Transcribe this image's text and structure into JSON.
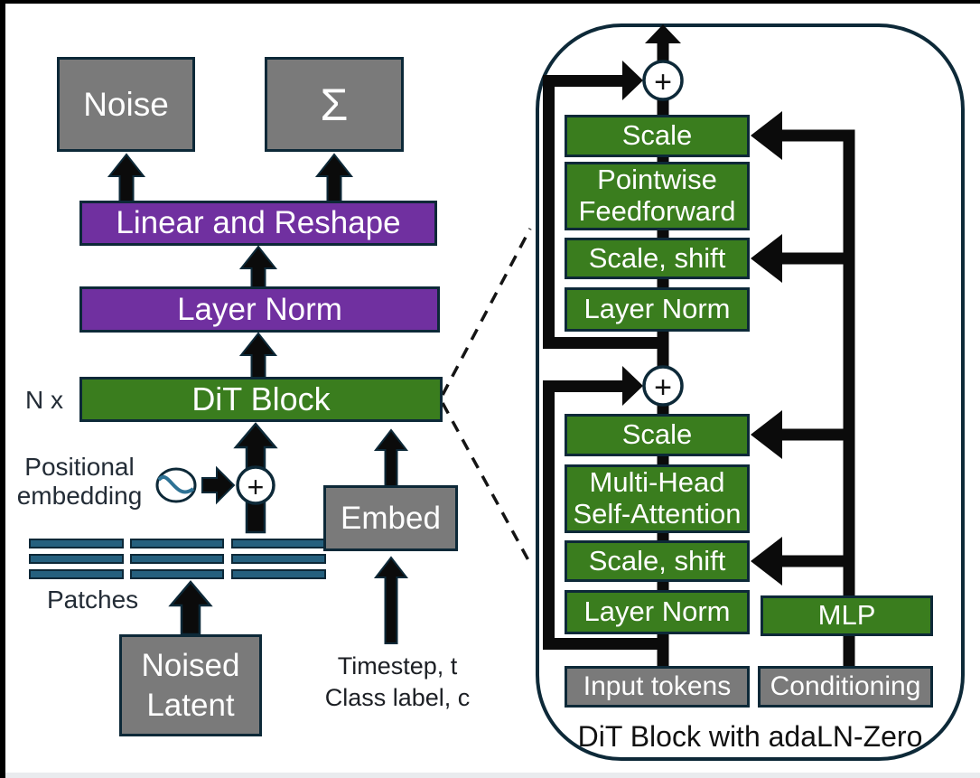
{
  "colors": {
    "block_green": "#3a7d1e",
    "block_purple": "#7030a0",
    "block_gray": "#7a7a7a",
    "outline_navy": "#0d2938",
    "patch_teal": "#25607e",
    "sine_teal": "#2e7295",
    "arrow_black": "#0b0b0b",
    "background": "#ffffff"
  },
  "left_diagram": {
    "noise_label": "Noise",
    "sigma_label": "Σ",
    "linear_reshape_label": "Linear and Reshape",
    "layer_norm_label": "Layer Norm",
    "n_multiplier_label": "N x",
    "dit_block_label": "DiT Block",
    "positional_embedding_label": "Positional embedding",
    "plus_label": "+",
    "patches_label": "Patches",
    "noised_latent_label": "Noised Latent",
    "embed_label": "Embed",
    "timestep_label": "Timestep, t",
    "class_label": "Class label, c"
  },
  "dit_block_panel": {
    "caption": "DiT Block with adaLN-Zero",
    "plus_top_label": "+",
    "plus_mid_label": "+",
    "scale_top_label": "Scale",
    "pointwise_feedforward_label": "Pointwise Feedforward",
    "scale_shift_top_label": "Scale, shift",
    "layer_norm_top_label": "Layer Norm",
    "scale_bottom_label": "Scale",
    "multi_head_self_attention_label": "Multi-Head Self-Attention",
    "scale_shift_bottom_label": "Scale, shift",
    "layer_norm_bottom_label": "Layer Norm",
    "mlp_label": "MLP",
    "input_tokens_label": "Input tokens",
    "conditioning_label": "Conditioning"
  }
}
